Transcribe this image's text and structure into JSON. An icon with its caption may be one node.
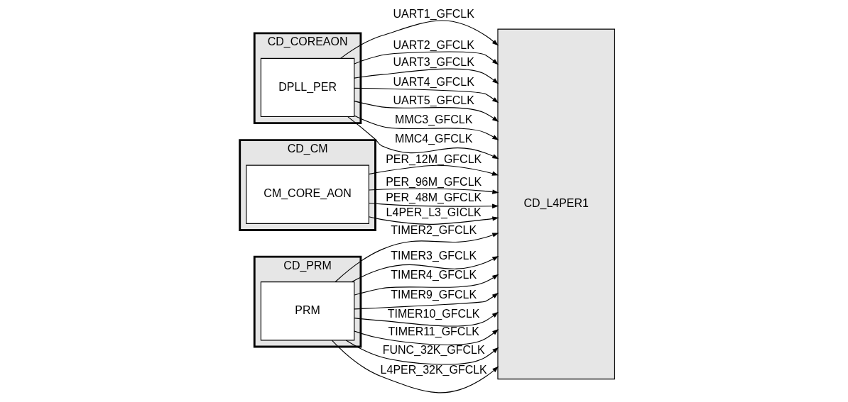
{
  "diagram": {
    "nodes": [
      {
        "text": [
          "CD_COREAON"
        ]
      },
      {
        "text": [
          "DPLL_PER"
        ],
        "in": 0
      },
      {
        "text": [
          "CD_CM"
        ]
      },
      {
        "text": [
          "CM_CORE_AON"
        ],
        "in": 2
      },
      {
        "text": [
          "CD_PRM"
        ]
      },
      {
        "text": [
          "PRM"
        ],
        "in": 4
      },
      {
        "text": [
          "CD_L4PER1"
        ]
      }
    ],
    "edges": [
      {
        "from": 1,
        "to": 6,
        "arrow": "to",
        "label": "UART1_GFCLK"
      },
      {
        "from": 1,
        "to": 6,
        "arrow": "to",
        "label": "UART2_GFCLK"
      },
      {
        "from": 1,
        "to": 6,
        "arrow": "to",
        "label": "UART3_GFCLK"
      },
      {
        "from": 1,
        "to": 6,
        "arrow": "to",
        "label": "UART4_GFCLK"
      },
      {
        "from": 1,
        "to": 6,
        "arrow": "to",
        "label": "UART5_GFCLK"
      },
      {
        "from": 1,
        "to": 6,
        "arrow": "to",
        "label": "MMC3_GFCLK"
      },
      {
        "from": 1,
        "to": 6,
        "arrow": "to",
        "label": "MMC4_GFCLK"
      },
      {
        "from": 3,
        "to": 6,
        "arrow": "to",
        "label": "PER_12M_GFCLK"
      },
      {
        "from": 3,
        "to": 6,
        "arrow": "to",
        "label": "PER_96M_GFCLK"
      },
      {
        "from": 3,
        "to": 6,
        "arrow": "to",
        "label": "PER_48M_GFCLK"
      },
      {
        "from": 3,
        "to": 6,
        "arrow": "to",
        "label": "L4PER_L3_GICLK"
      },
      {
        "from": 5,
        "to": 6,
        "arrow": "to",
        "label": "TIMER2_GFCLK"
      },
      {
        "from": 5,
        "to": 6,
        "arrow": "to",
        "label": "TIMER3_GFCLK"
      },
      {
        "from": 5,
        "to": 6,
        "arrow": "to",
        "label": "TIMER4_GFCLK"
      },
      {
        "from": 5,
        "to": 6,
        "arrow": "to",
        "label": "TIMER9_GFCLK"
      },
      {
        "from": 5,
        "to": 6,
        "arrow": "to",
        "label": "TIMER10_GFCLK"
      },
      {
        "from": 5,
        "to": 6,
        "arrow": "to",
        "label": "TIMER11_GFCLK"
      },
      {
        "from": 5,
        "to": 6,
        "arrow": "to",
        "label": "FUNC_32K_GFCLK"
      },
      {
        "from": 5,
        "to": 6,
        "arrow": "to",
        "label": "L4PER_32K_GFCLK"
      }
    ]
  }
}
